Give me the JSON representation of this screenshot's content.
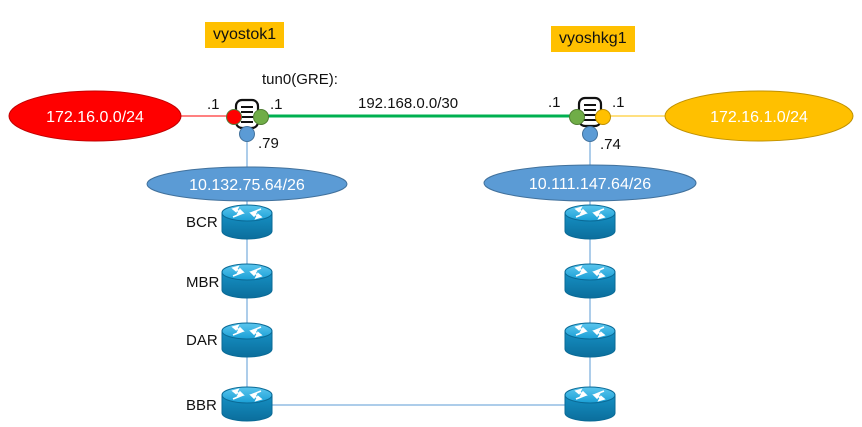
{
  "site_a": {
    "name": "vyostok1",
    "lan": "172.16.0.0/24",
    "lan_ip": ".1",
    "tun_ip": ".1",
    "mgmt_ip": ".79",
    "transit_net": "10.132.75.64/26",
    "routers": [
      "BCR",
      "MBR",
      "DAR",
      "BBR"
    ]
  },
  "site_b": {
    "name": "vyoshkg1",
    "lan": "172.16.1.0/24",
    "lan_ip": ".1",
    "tun_ip": ".1",
    "mgmt_ip": ".74",
    "transit_net": "10.111.147.64/26",
    "routers": [
      "",
      "",
      "",
      ""
    ]
  },
  "tunnel": {
    "label": "tun0(GRE):",
    "subnet": "192.168.0.0/30"
  },
  "colors": {
    "lan_a": "#ff0000",
    "lan_b": "#ffc000",
    "tunnel": "#00b050",
    "transit": "#5b9bd5",
    "router": "#1ba1d8",
    "label_bg": "#ffc000"
  },
  "icons": {
    "router": "router-icon",
    "firewall": "vyos-firewall-icon"
  }
}
